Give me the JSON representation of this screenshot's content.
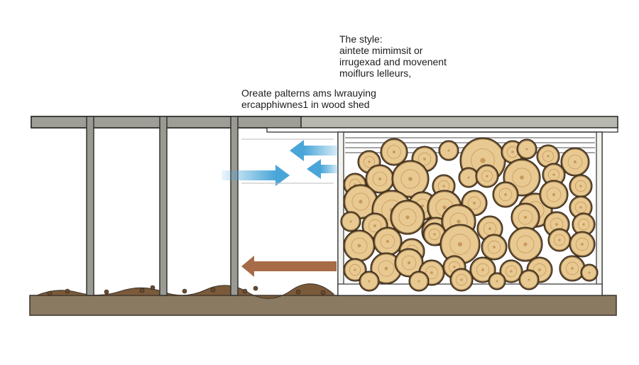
{
  "notes": {
    "style_note": [
      "The style:",
      "aintete mimimsit or",
      "irrugexad and movenent",
      "moiflurs lelleurs,"
    ],
    "pattern_note": [
      "Oreate palterns ams lwrauying",
      "ercapphiwnes1 in wood shed"
    ]
  },
  "arrows": [
    {
      "name": "airflow-arrow-in",
      "color": "#4aa6d8",
      "direction": "right"
    },
    {
      "name": "airflow-arrow-out-top",
      "color": "#4aa6d8",
      "direction": "left"
    },
    {
      "name": "airflow-arrow-out-mid",
      "color": "#4aa6d8",
      "direction": "left"
    },
    {
      "name": "moisture-arrow",
      "color": "#a86b48",
      "direction": "left"
    }
  ],
  "colors": {
    "post": "#9a9a92",
    "roof": "#b8b8b0",
    "ground": "#8a7a62",
    "wood_light": "#e8c991",
    "wood_ring": "#c99a5c",
    "bark": "#6d5538",
    "airflow": "#4aa6d8",
    "moisture": "#a86b48"
  }
}
